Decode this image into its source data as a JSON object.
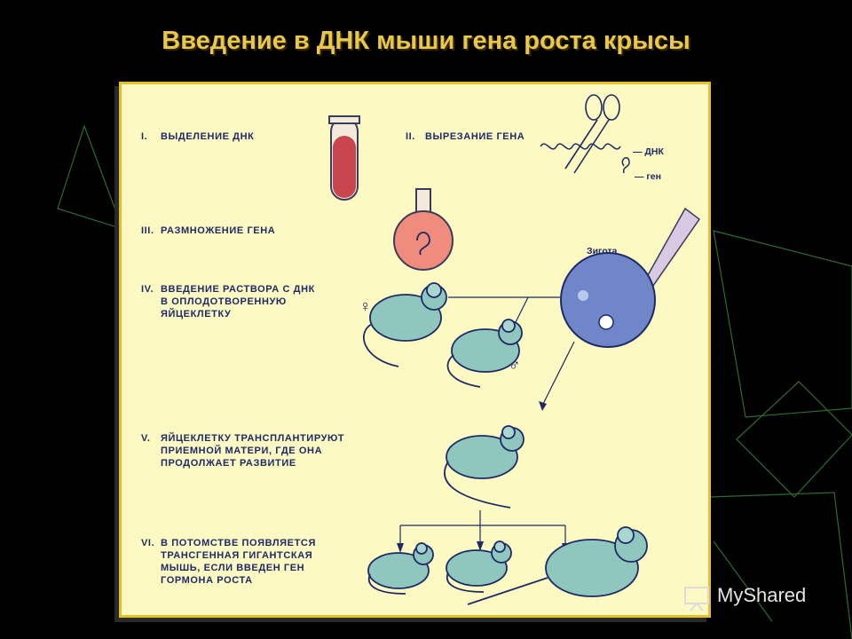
{
  "title": "Введение в ДНК мыши гена роста крысы",
  "steps": [
    {
      "num": "I.",
      "text": "ВЫДЕЛЕНИЕ ДНК"
    },
    {
      "num": "II.",
      "text": "ВЫРЕЗАНИЕ ГЕНА"
    },
    {
      "num": "III.",
      "text": "РАЗМНОЖЕНИЕ ГЕНА"
    },
    {
      "num": "IV.",
      "text": "ВВЕДЕНИЕ РАСТВОРА С ДНК\nВ ОПЛОДОТВОРЕННУЮ\nЯЙЦЕКЛЕТКУ"
    },
    {
      "num": "V.",
      "text": "ЯЙЦЕКЛЕТКУ ТРАНСПЛАНТИРУЮТ\nПРИЕМНОЙ МАТЕРИ, ГДЕ ОНА\nПРОДОЛЖАЕТ РАЗВИТИЕ"
    },
    {
      "num": "VI.",
      "text": "В ПОТОМСТВЕ ПОЯВЛЯЕТСЯ\nТРАНСГЕННАЯ ГИГАНТСКАЯ\nМЫШЬ, ЕСЛИ ВВЕДЕН ГЕН\nГОРМОНА РОСТА"
    }
  ],
  "labels": {
    "dna": "— ДНК",
    "gene": "— ген",
    "zygote": "Зигота",
    "female": "♀",
    "male": "♂"
  },
  "watermark": "MyShared",
  "colors": {
    "title": "#e8c84a",
    "panel_bg": "#fcf9c2",
    "panel_border": "#e6bf2d",
    "text": "#1e2a66",
    "mouse": "#8fc6be",
    "zygote": "#6f86c9",
    "tube_liquid": "#c9464f",
    "flask_liquid": "#f08c7e"
  }
}
